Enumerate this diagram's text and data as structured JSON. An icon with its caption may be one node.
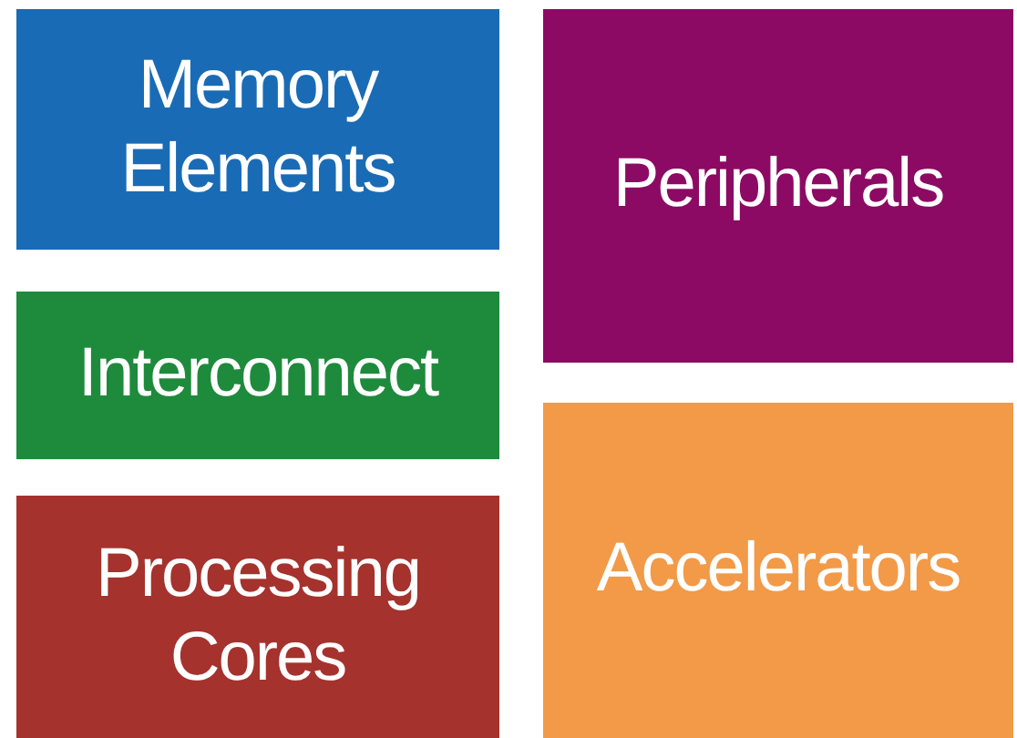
{
  "diagram": {
    "nodes": [
      {
        "text": [
          "Memory Elements"
        ]
      },
      {
        "text": [
          "Interconnect"
        ]
      },
      {
        "text": [
          "Processing Cores"
        ]
      },
      {
        "text": [
          "Peripherals"
        ]
      },
      {
        "text": [
          "Accelerators"
        ]
      }
    ]
  }
}
